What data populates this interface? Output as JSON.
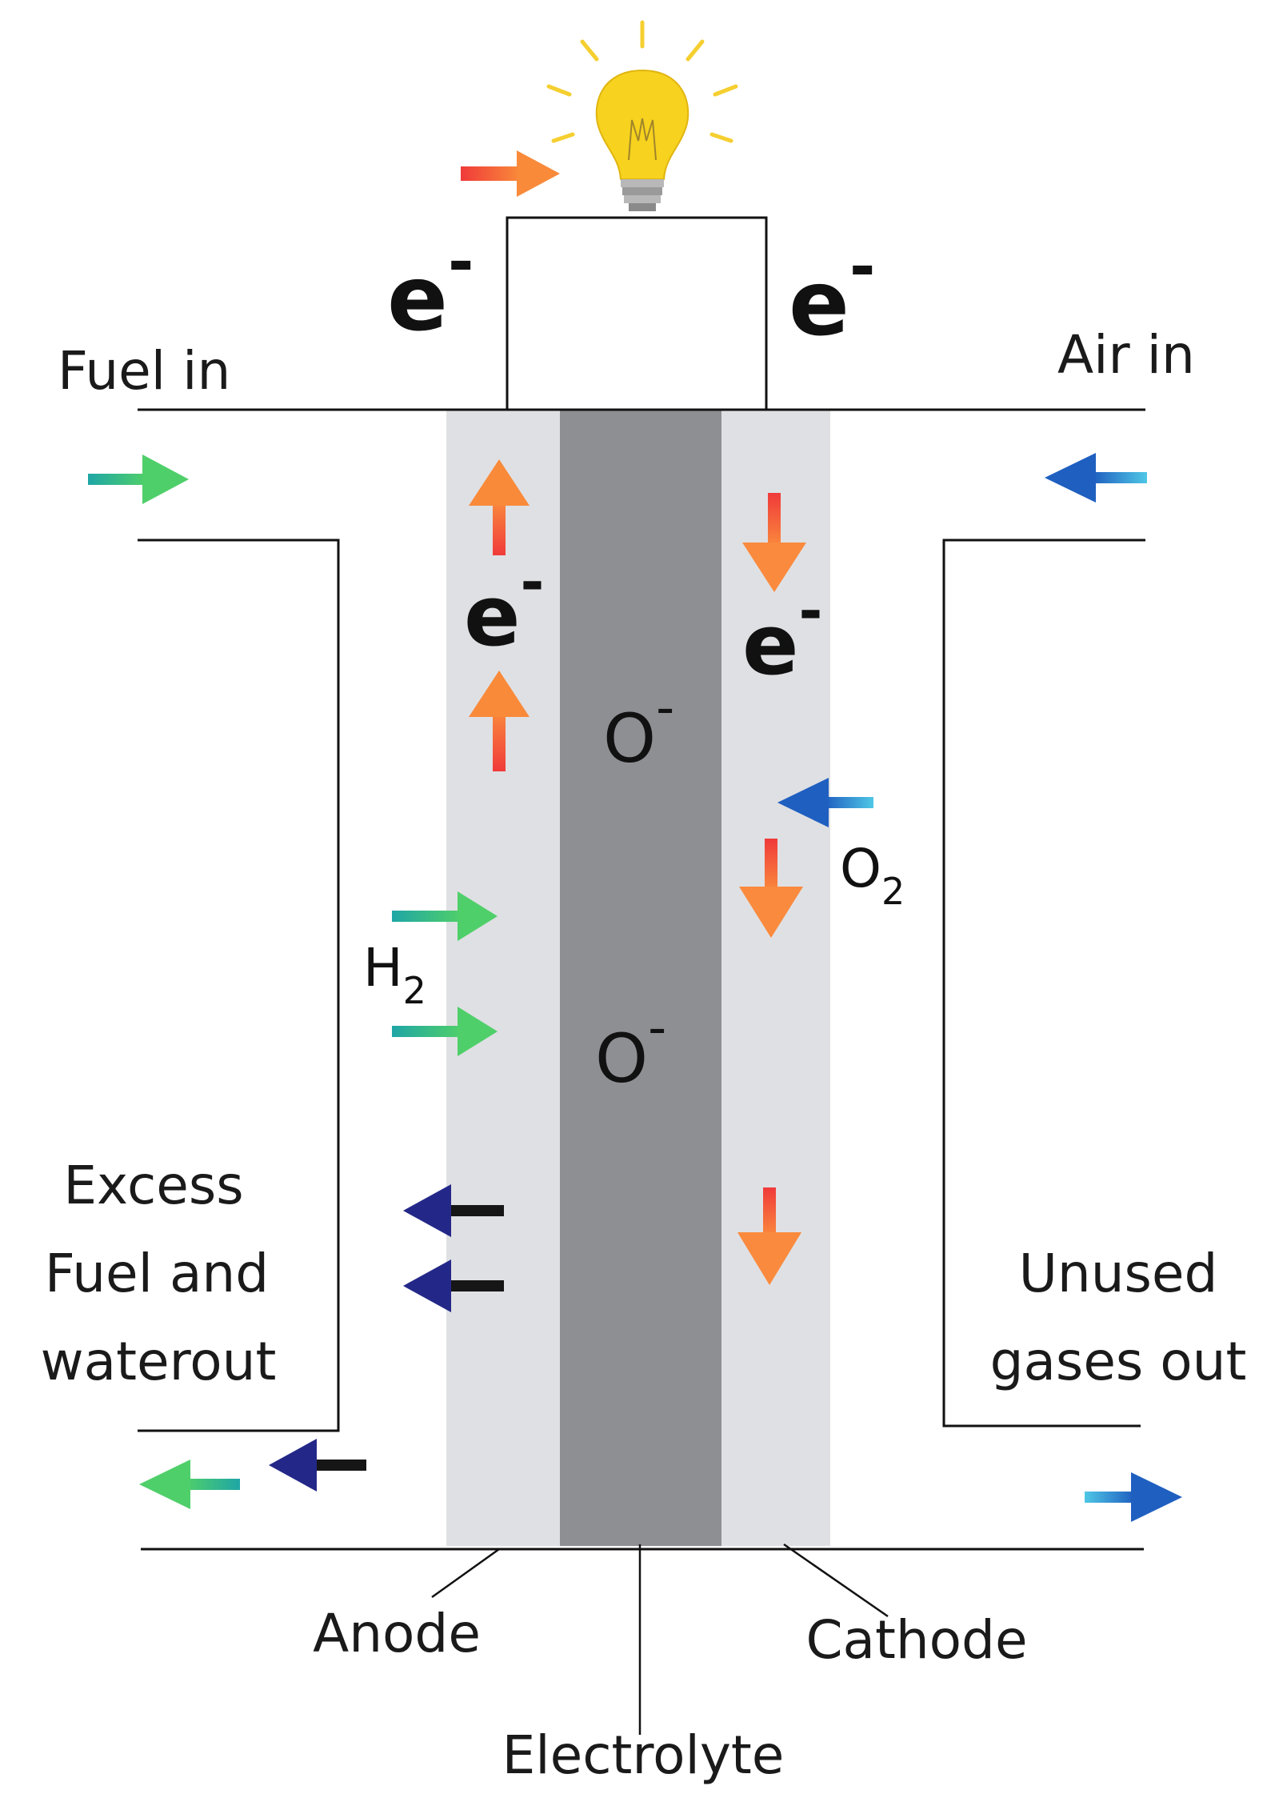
{
  "labels": {
    "fuel_in": "Fuel in",
    "air_in": "Air in",
    "excess_line1": "Excess",
    "excess_line2": "Fuel and",
    "excess_line3": "waterout",
    "unused_line1": "Unused",
    "unused_line2": "gases out",
    "anode": "Anode",
    "cathode": "Cathode",
    "electrolyte": "Electrolyte"
  },
  "species": {
    "electron": "e",
    "electron_charge": "-",
    "oxide_ion": "O",
    "oxide_charge": "-",
    "hydrogen": "H",
    "hydrogen_sub": "2",
    "oxygen": "O",
    "oxygen_sub": "2"
  },
  "icons": {
    "bulb": "light-bulb-icon"
  },
  "colors": {
    "anode": "#dfe0e3",
    "cathode": "#dfe0e3",
    "electrolyte": "#8e8f93",
    "electron_arrow": "#f2603a",
    "fuel_arrow": "#2fb37d",
    "air_arrow": "#2a7fd0",
    "water_arrow": "#232888",
    "bulb": "#f7d21e"
  }
}
